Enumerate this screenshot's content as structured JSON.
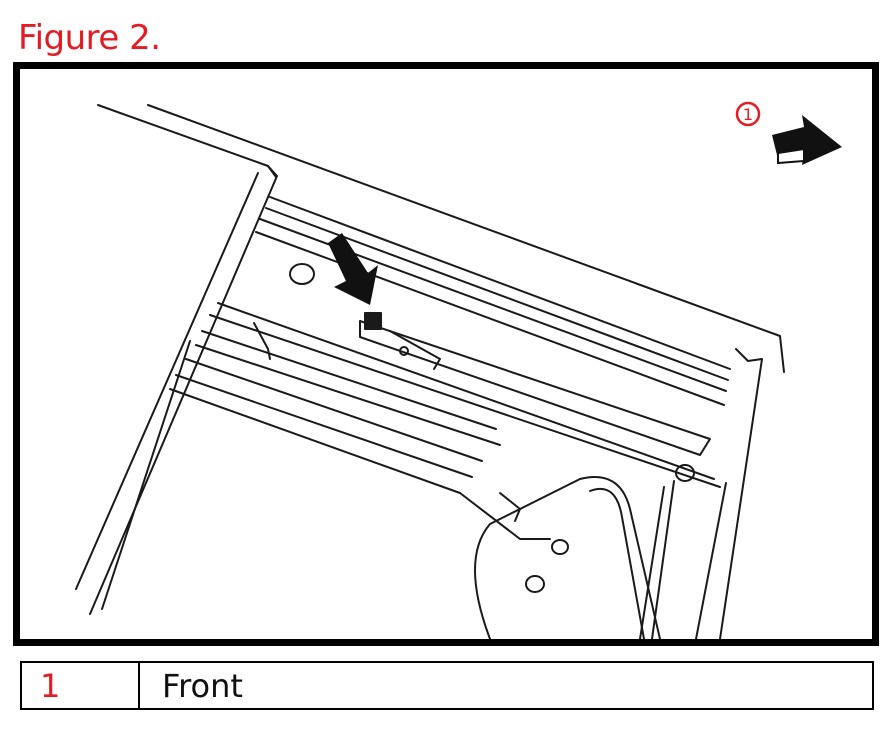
{
  "figure": {
    "title": "Figure 2.",
    "callout_number": "1"
  },
  "legend": [
    {
      "number": "1",
      "label": "Front"
    }
  ],
  "colors": {
    "accent_red": "#e31b23",
    "frame_black": "#000000",
    "line_art": "#1a1a1a"
  },
  "icons": {
    "callout_arrow": "front-direction-arrow-icon",
    "pointer_arrow": "pointer-arrow-icon"
  }
}
